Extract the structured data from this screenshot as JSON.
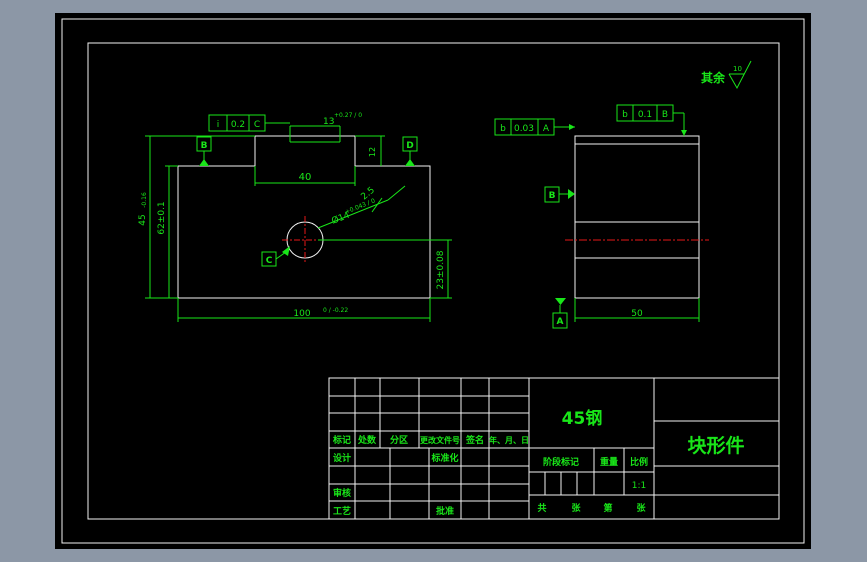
{
  "colors": {
    "background": "#000000",
    "geometry": "#f2f2f2",
    "dimension": "#19e619",
    "centerline": "#e61919",
    "window": "#8c97a6"
  },
  "front": {
    "datum_b": "B",
    "datum_d": "D",
    "datum_c": "C",
    "fcf_flatness": {
      "sym": "i",
      "tol": "0.2",
      "datum": "C"
    },
    "dim_slot": "40",
    "dim_depth_base": "13",
    "dim_depth_tol": "+0.27 / 0",
    "dim_12": "12",
    "dim_h45_base": "45",
    "dim_h45_tol": "-0.16",
    "dim_h62": "62±0.1",
    "dim_w100_base": "100",
    "dim_w100_tol": "0 / -0.22",
    "dim_hole": "Ø14",
    "dim_hole_tol": "+0.043 / 0",
    "dim_chamfer": "2.5",
    "dim_h23": "23±0.08"
  },
  "side": {
    "fcf_left": {
      "sym": "b",
      "tol": "0.03",
      "datum": "A"
    },
    "fcf_right": {
      "sym": "b",
      "tol": "0.1",
      "datum": "B"
    },
    "datum_b": "B",
    "datum_a": "A",
    "dim_w50": "50"
  },
  "roughness": {
    "label": "其余",
    "value": "10"
  },
  "title_block": {
    "material": "45钢",
    "part_name": "块形件",
    "row_headers": [
      "标记",
      "处数",
      "分区",
      "更改文件号",
      "签名",
      "年、月、日"
    ],
    "design": "设计",
    "standardize": "标准化",
    "review": "审核",
    "process": "工艺",
    "approve": "批准",
    "stage_mark": "阶段标记",
    "weight": "重量",
    "scale_label": "比例",
    "scale_value": "1:1",
    "total": "共",
    "sheets": "张",
    "number": "第",
    "sheet": "张"
  }
}
